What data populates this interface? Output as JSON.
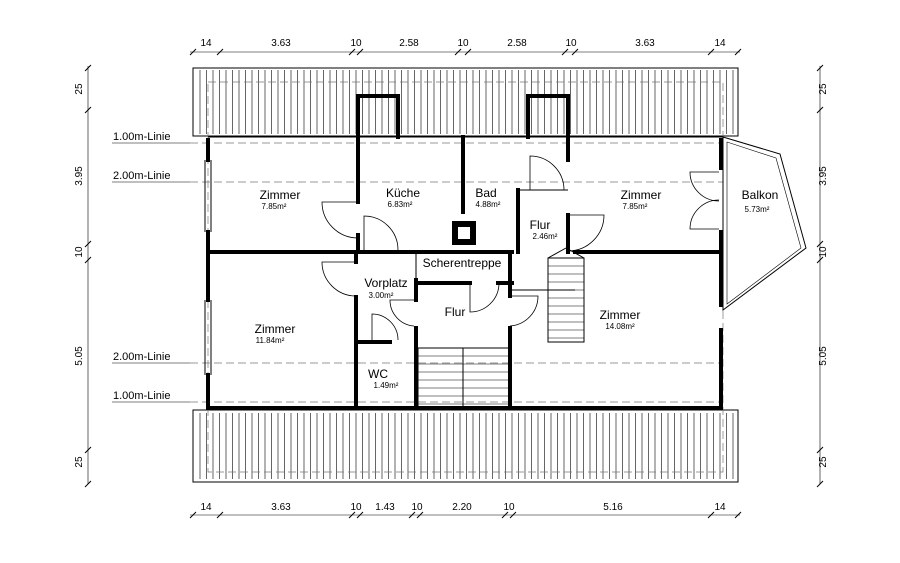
{
  "dimensions": {
    "top": [
      "14",
      "3.63",
      "10",
      "2.58",
      "10",
      "2.58",
      "10",
      "3.63",
      "14"
    ],
    "bottom": [
      "14",
      "3.63",
      "10",
      "1.43",
      "10",
      "2.20",
      "10",
      "5.16",
      "14"
    ],
    "left": [
      "25",
      "3.95",
      "10",
      "5.05",
      "25"
    ],
    "right": [
      "25",
      "3.95",
      "10",
      "5.05",
      "25"
    ]
  },
  "height_lines": {
    "top_1m": "1.00m-Linie",
    "top_2m": "2.00m-Linie",
    "bottom_2m": "2.00m-Linie",
    "bottom_1m": "1.00m-Linie"
  },
  "rooms": {
    "zimmer_nw": {
      "name": "Zimmer",
      "area": "7.85m²"
    },
    "kueche": {
      "name": "Küche",
      "area": "6.83m²"
    },
    "bad": {
      "name": "Bad",
      "area": "4.88m²"
    },
    "flur_ne": {
      "name": "Flur",
      "area": "2.46m²"
    },
    "zimmer_ne": {
      "name": "Zimmer",
      "area": "7.85m²"
    },
    "balkon": {
      "name": "Balkon",
      "area": "5.73m²"
    },
    "scherentreppe": {
      "name": "Scherentreppe"
    },
    "vorplatz": {
      "name": "Vorplatz",
      "area": "3.00m²"
    },
    "flur_center": {
      "name": "Flur"
    },
    "zimmer_sw": {
      "name": "Zimmer",
      "area": "11.84m²"
    },
    "wc": {
      "name": "WC",
      "area": "1.49m²"
    },
    "zimmer_se": {
      "name": "Zimmer",
      "area": "14.08m²"
    }
  }
}
